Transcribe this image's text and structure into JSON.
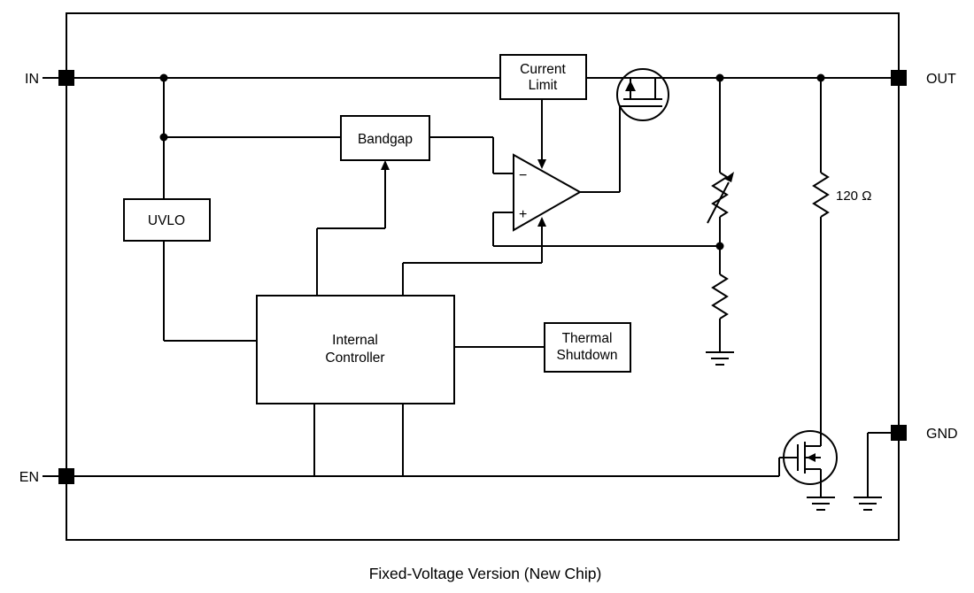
{
  "caption": "Fixed-Voltage Version (New Chip)",
  "pins": {
    "in": "IN",
    "en": "EN",
    "out": "OUT",
    "gnd": "GND"
  },
  "blocks": {
    "current_limit_line1": "Current",
    "current_limit_line2": "Limit",
    "bandgap": "Bandgap",
    "uvlo": "UVLO",
    "internal_controller_line1": "Internal",
    "internal_controller_line2": "Controller",
    "thermal_shutdown_line1": "Thermal",
    "thermal_shutdown_line2": "Shutdown"
  },
  "error_amp": {
    "inverting_input": "−",
    "noninverting_input": "+"
  },
  "components": {
    "output_resistor_value": "120 Ω"
  },
  "colors": {
    "stroke": "#000000",
    "background": "#ffffff"
  }
}
